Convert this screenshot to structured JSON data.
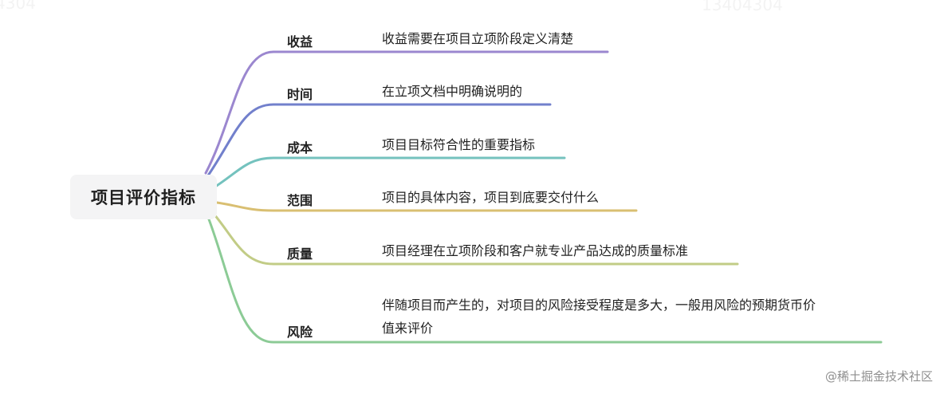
{
  "root": {
    "label": "项目评价指标"
  },
  "branches": [
    {
      "label": "收益",
      "description": "收益需要在项目立项阶段定义清楚",
      "color": "#9b87cf"
    },
    {
      "label": "时间",
      "description": "在立项文档中明确说明的",
      "color": "#7280cc"
    },
    {
      "label": "成本",
      "description": "项目目标符合性的重要指标",
      "color": "#74c2be"
    },
    {
      "label": "范围",
      "description": "项目的具体内容，项目到底要交付什么",
      "color": "#d9bf72"
    },
    {
      "label": "质量",
      "description": "项目经理在立项阶段和客户就专业产品达成的质量标准",
      "color": "#c2cc86"
    },
    {
      "label": "风险",
      "description_lines": [
        "伴随项目而产生的，对项目的风险接受程度是多大，一般用风险的预期货币价",
        "值来评价"
      ],
      "color": "#8ccb96"
    }
  ],
  "watermark": {
    "text": "@稀土掘金技术社区"
  }
}
